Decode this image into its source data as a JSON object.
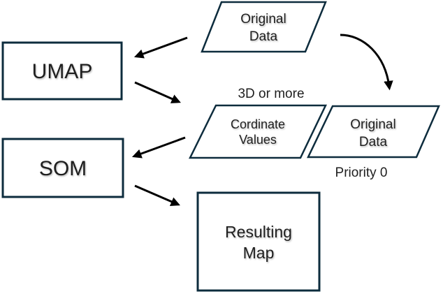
{
  "diagram": {
    "nodes": {
      "original_data_top": {
        "line1": "Original",
        "line2": "Data"
      },
      "umap": {
        "label": "UMAP"
      },
      "coordinate_values": {
        "line1": "Cordinate",
        "line2": "Values"
      },
      "original_data_right": {
        "line1": "Original",
        "line2": "Data"
      },
      "som": {
        "label": "SOM"
      },
      "resulting_map": {
        "line1": "Resulting",
        "line2": "Map"
      }
    },
    "annotations": {
      "dimension_note": "3D or more",
      "priority_note": "Priority 0"
    },
    "edges": [
      {
        "from": "original_data_top",
        "to": "umap",
        "style": "straight"
      },
      {
        "from": "original_data_top",
        "to": "original_data_right",
        "style": "curved"
      },
      {
        "from": "umap",
        "to": "coordinate_values",
        "style": "straight"
      },
      {
        "from": "coordinate_values",
        "to": "som",
        "style": "straight"
      },
      {
        "from": "som",
        "to": "resulting_map",
        "style": "straight"
      }
    ],
    "colors": {
      "shape_border": "#0d2c3d",
      "shape_fill": "#ffffff",
      "arrow": "#000000",
      "box_text": "#1f1f1f",
      "note_text": "#404040",
      "background": "#ffffff"
    }
  }
}
